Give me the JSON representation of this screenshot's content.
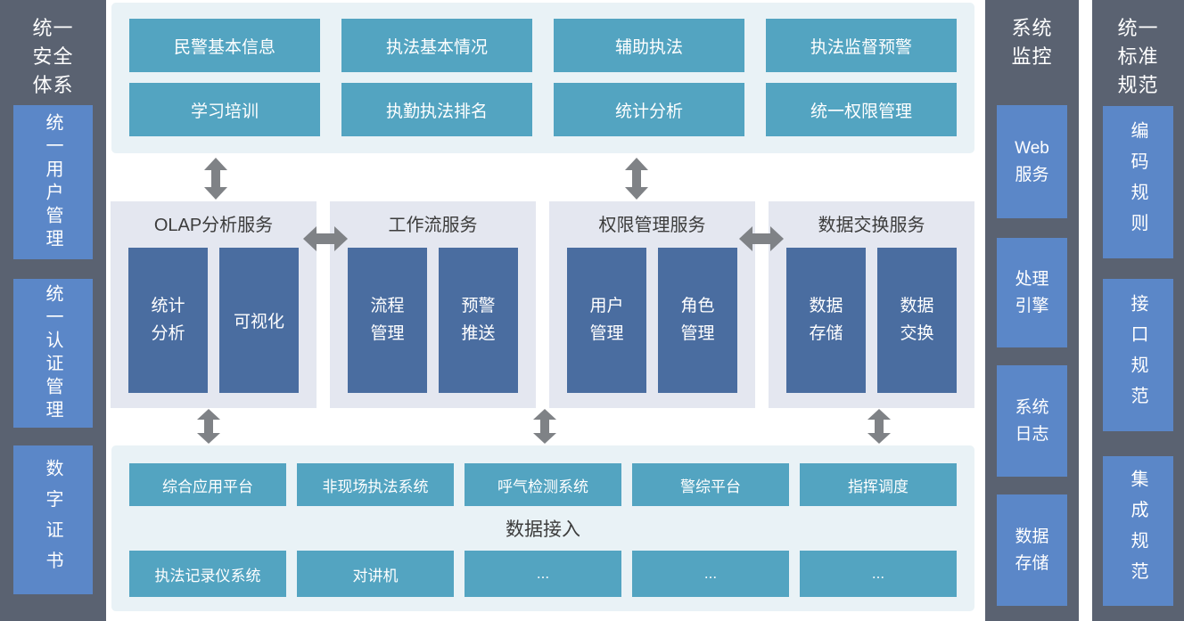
{
  "colors": {
    "c-dark": "#5a6271",
    "c-blue": "#5b87c8",
    "c-teal": "#53a4c1",
    "c-cyan": "#e9f2f6",
    "c-lav": "#e4e7f0",
    "c-midblue": "#4a6da0",
    "c-arrow": "#7f8286",
    "c-textdark": "#3c3c3c"
  },
  "left_sidebar": {
    "title": "统一安全体系",
    "items": [
      "统一用户管理",
      "统一认证管理",
      "数字证书"
    ]
  },
  "top_section": {
    "rows": [
      [
        "民警基本信息",
        "执法基本情况",
        "辅助执法",
        "执法监督预警"
      ],
      [
        "学习培训",
        "执勤执法排名",
        "统计分析",
        "统一权限管理"
      ]
    ]
  },
  "services": {
    "groups": [
      {
        "title": "OLAP分析服务",
        "items": [
          "统计分析",
          "可视化"
        ]
      },
      {
        "title": "工作流服务",
        "items": [
          "流程管理",
          "预警推送"
        ]
      },
      {
        "title": "权限管理服务",
        "items": [
          "用户管理",
          "角色管理"
        ]
      },
      {
        "title": "数据交换服务",
        "items": [
          "数据存储",
          "数据交换"
        ]
      }
    ]
  },
  "bottom_section": {
    "row1": [
      "综合应用平台",
      "非现场执法系统",
      "呼气检测系统",
      "警综平台",
      "指挥调度"
    ],
    "label": "数据接入",
    "row2": [
      "执法记录仪系统",
      "对讲机",
      "...",
      "...",
      "..."
    ]
  },
  "monitor_sidebar": {
    "title": "系统监控",
    "items": [
      "Web服务",
      "处理引擎",
      "系统日志",
      "数据存储"
    ]
  },
  "standard_sidebar": {
    "title": "统一标准规范",
    "items": [
      "编码规则",
      "接口规范",
      "集成规范"
    ]
  }
}
